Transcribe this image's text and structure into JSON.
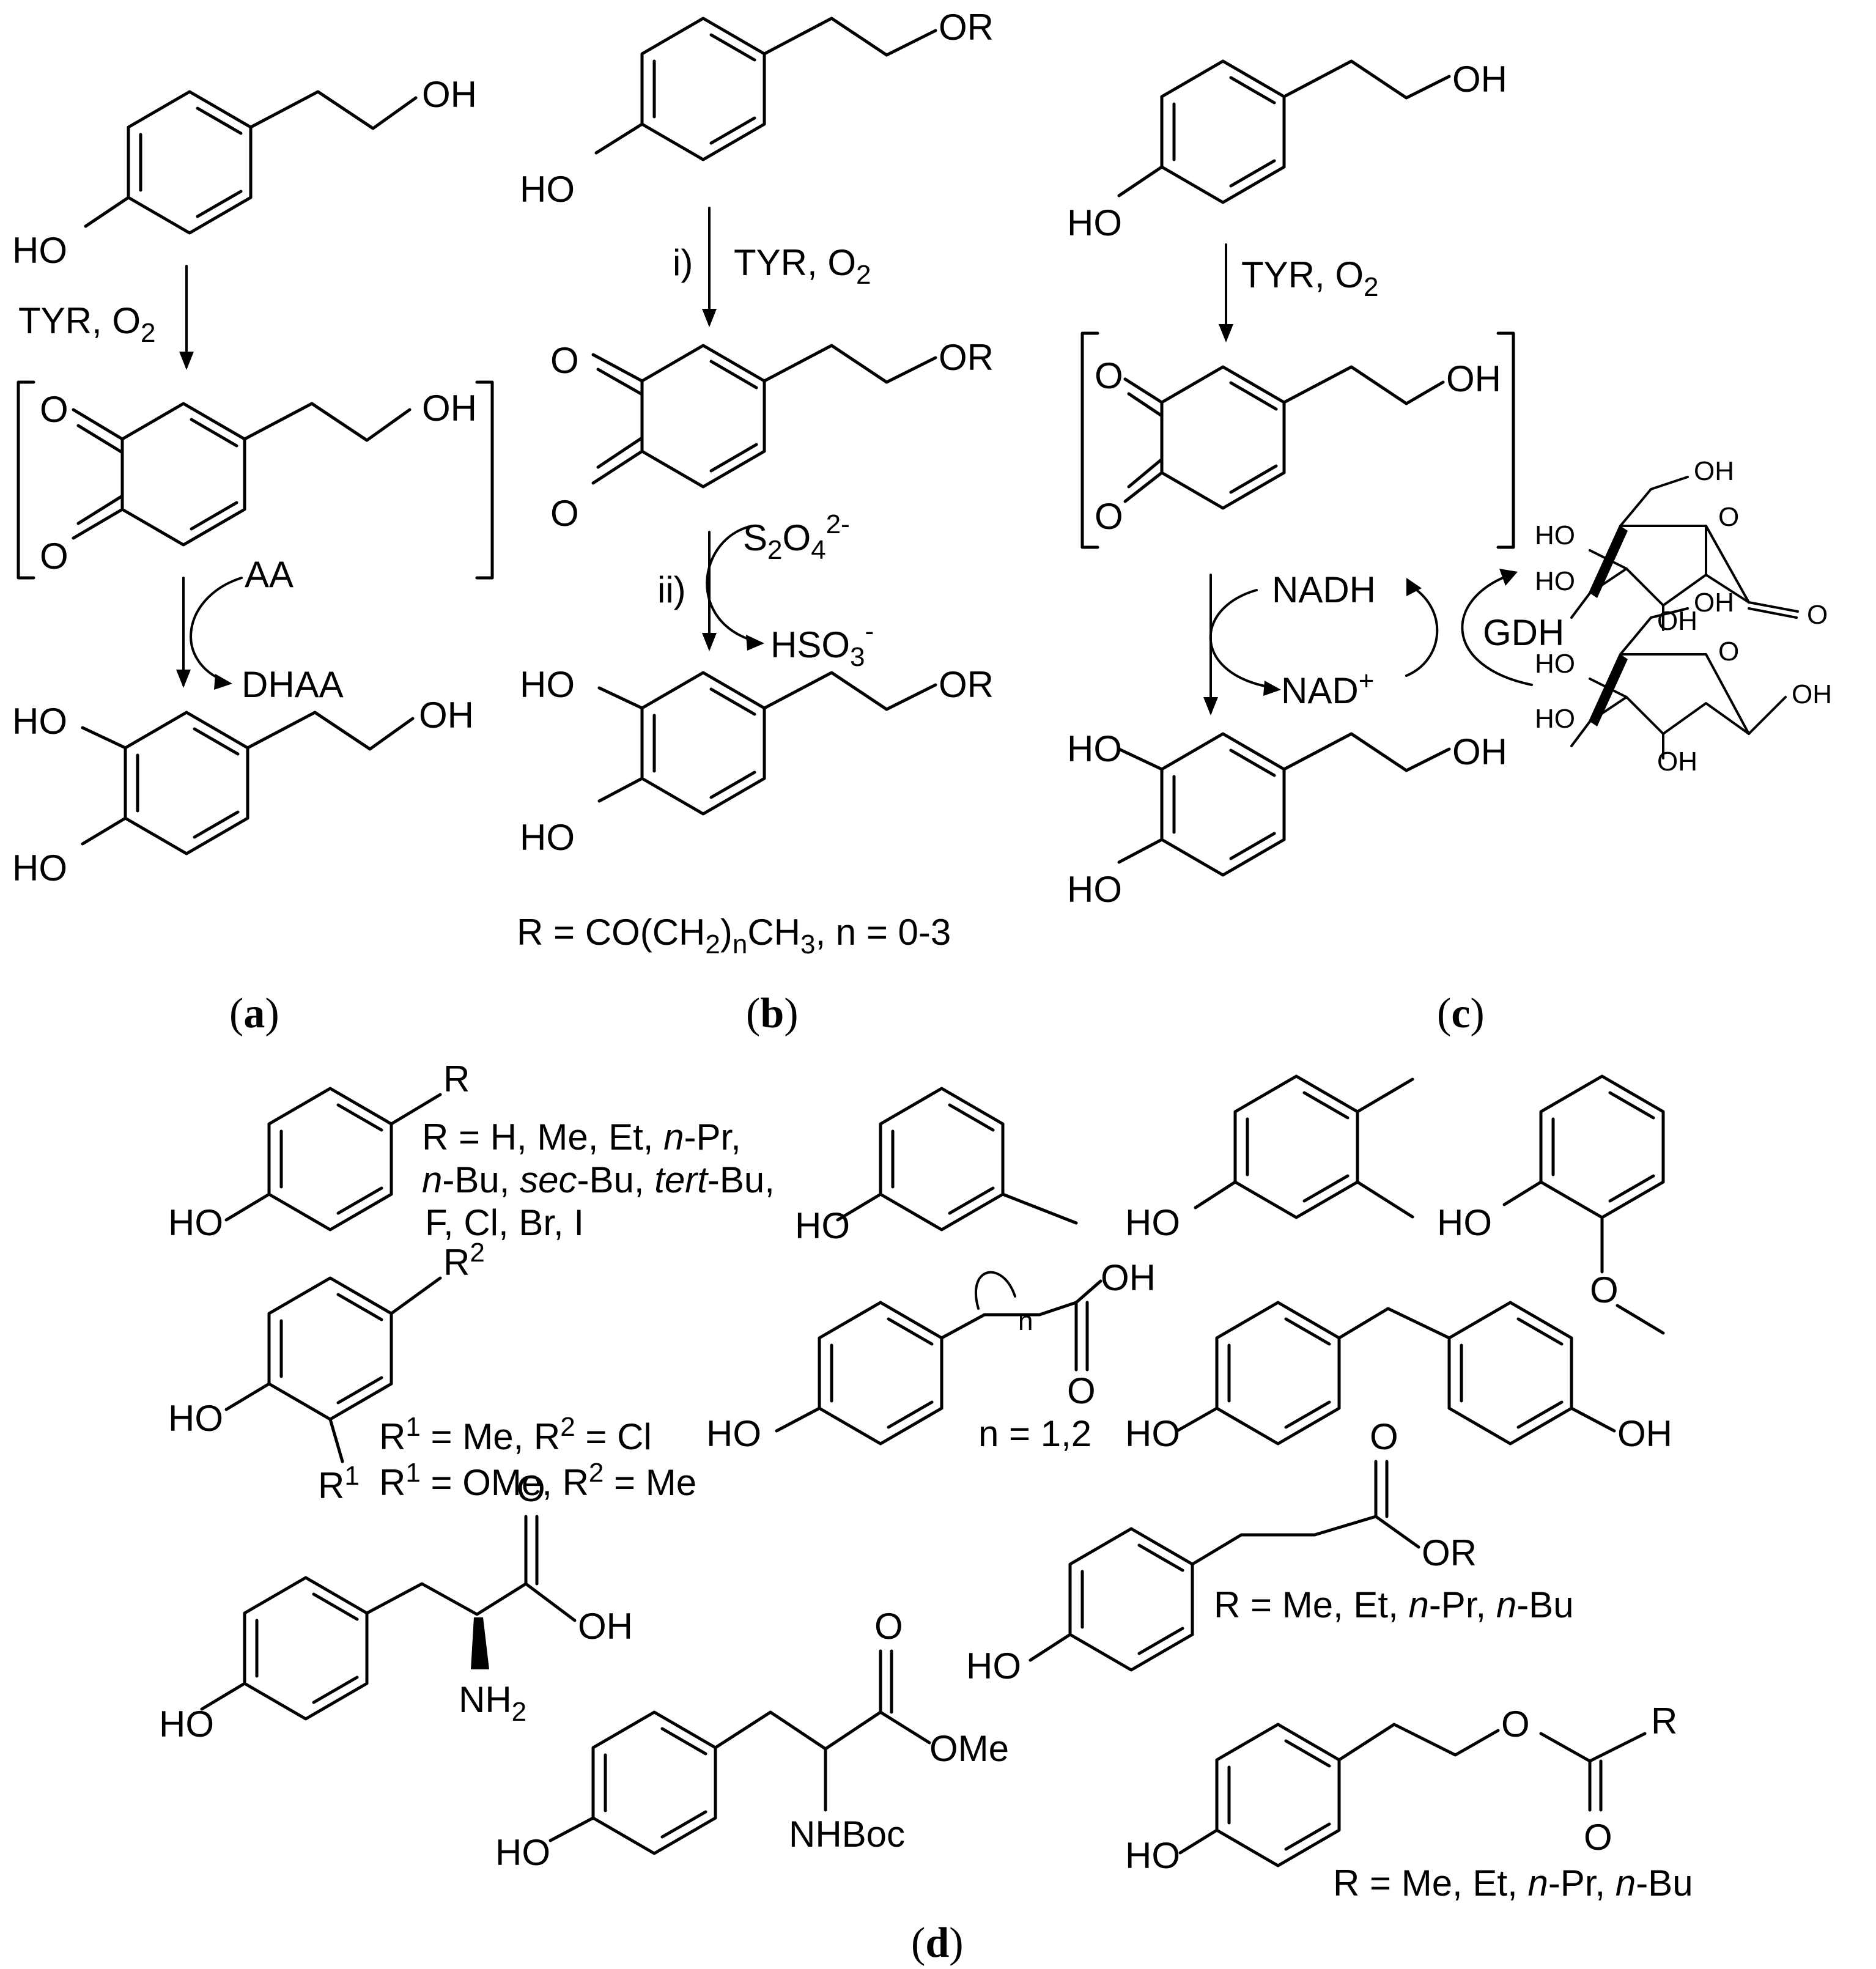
{
  "panels": {
    "a": {
      "caption": "a",
      "start_oh": "OH",
      "start_ho": "HO",
      "reagent_prefix": "TYR, O",
      "reagent_sub": "2",
      "quinone_oh": "OH",
      "reducer_in": "AA",
      "reducer_out": "DHAA",
      "product_oh": "OH",
      "product_ho1": "HO",
      "product_ho2": "HO"
    },
    "b": {
      "caption": "b",
      "start_or": "OR",
      "start_ho": "HO",
      "step1_label": "i)",
      "reagent_prefix": "TYR, O",
      "reagent_sub": "2",
      "quinone_or": "OR",
      "step2_label": "ii)",
      "reducer_in_base": "S",
      "reducer_in_sub1": "2",
      "reducer_in_mid": "O",
      "reducer_in_sub2": "4",
      "reducer_in_sup": "2-",
      "reducer_out_base": "HSO",
      "reducer_out_sub": "3",
      "reducer_out_sup": "-",
      "product_or": "OR",
      "product_ho1": "HO",
      "product_ho2": "HO",
      "r_def_part1": "R = CO(CH",
      "r_def_sub1": "2",
      "r_def_part2": ")",
      "r_def_sub2": "n",
      "r_def_part3": "CH",
      "r_def_sub3": "3",
      "r_def_part4": ", n = 0-3"
    },
    "c": {
      "caption": "c",
      "start_oh": "OH",
      "start_ho": "HO",
      "reagent_prefix": "TYR, O",
      "reagent_sub": "2",
      "quinone_oh": "OH",
      "cofactor_red": "NADH",
      "cofactor_ox": "NAD",
      "cofactor_ox_sup": "+",
      "enzyme": "GDH",
      "product_oh": "OH",
      "product_ho1": "HO",
      "product_ho2": "HO",
      "lactone_labels": [
        "OH",
        "HO",
        "HO",
        "OH",
        "O",
        "O"
      ],
      "glucose_labels": [
        "OH",
        "HO",
        "HO",
        "OH",
        "OH",
        "O"
      ]
    },
    "d": {
      "caption": "d",
      "s1_r": "R",
      "s1_ho": "HO",
      "s1_def": [
        {
          "pre": "R = H, Me, Et, ",
          "it": "n",
          "post": "-Pr,"
        },
        {
          "pre": "",
          "it": "n",
          "post": "-Bu, ",
          "it2": "sec",
          "post2": "-Bu, ",
          "it3": "tert",
          "post3": "-Bu,"
        },
        {
          "pre": "F, Cl, Br, I",
          "it": "",
          "post": ""
        }
      ],
      "s2_ho": "HO",
      "s3_ho": "HO",
      "s4_ho": "HO",
      "s5_r2": "R",
      "s5_r2_sup": "2",
      "s5_ho": "HO",
      "s5_r1": "R",
      "s5_r1_sup": "1",
      "s5_def1": [
        "R",
        "1",
        " = Me, R",
        "2",
        " = Cl"
      ],
      "s5_def2": [
        "R",
        "1",
        " = OMe, R",
        "2",
        " = Me"
      ],
      "s6_oh": "OH",
      "s6_n": "n",
      "s6_o": "O",
      "s6_ho": "HO",
      "s6_def": "n = 1,2",
      "s7_ho1": "HO",
      "s7_oh": "OH",
      "s8_o": "O",
      "s8_oh": "OH",
      "s8_nh2": "NH",
      "s8_nh2_sub": "2",
      "s8_ho": "HO",
      "s9_o": "O",
      "s9_ome": "OMe",
      "s9_nhboc": "NHBoc",
      "s9_ho": "HO",
      "s10_o": "O",
      "s10_or": "OR",
      "s10_ho": "HO",
      "s10_def": [
        {
          "pre": "R = Me, Et, ",
          "it": "n",
          "mid": "-Pr, ",
          "it2": "n",
          "post": "-Bu"
        }
      ],
      "s11_o1": "O",
      "s11_r": "R",
      "s11_o2": "O",
      "s11_ho": "HO",
      "s11_def": [
        {
          "pre": "R = Me, Et, ",
          "it": "n",
          "mid": "-Pr, ",
          "it2": "n",
          "post": "-Bu"
        }
      ]
    }
  }
}
